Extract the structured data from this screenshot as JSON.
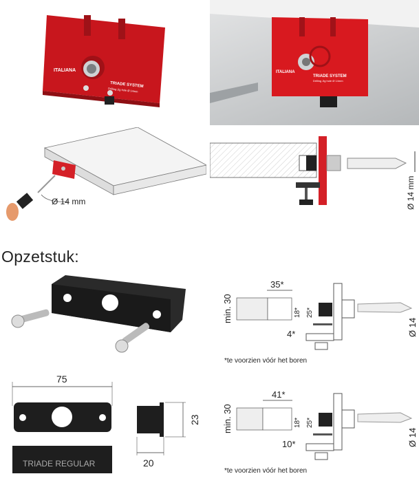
{
  "product": {
    "brand": "ITALIANA",
    "name": "TRIADE SYSTEM",
    "subtitle": "Drilling Jig hole Ø 14mm"
  },
  "illustration": {
    "drill_diameter_label": "Ø 14 mm"
  },
  "section_drawing": {
    "diameter_label": "Ø 14 mm"
  },
  "heading": "Opzetstuk:",
  "diagram_a": {
    "width_label": "35*",
    "min_label": "min. 30",
    "inner_label": "18*",
    "outer_label": "25*",
    "offset_label": "4*",
    "diameter_label": "Ø 14",
    "note": "*te voorzien vóór het boren"
  },
  "diagram_b": {
    "width_label": "41*",
    "min_label": "min. 30",
    "inner_label": "18*",
    "outer_label": "25*",
    "offset_label": "10*",
    "diameter_label": "Ø 14",
    "note": "*te voorzien vóór het boren"
  },
  "dimensions": {
    "length": "75",
    "height": "23",
    "depth": "20",
    "engraving": "TRIADE REGULAR"
  },
  "colors": {
    "red": "#d42027",
    "black": "#1e1e1e",
    "photo_bg": "#c9cbcd"
  }
}
